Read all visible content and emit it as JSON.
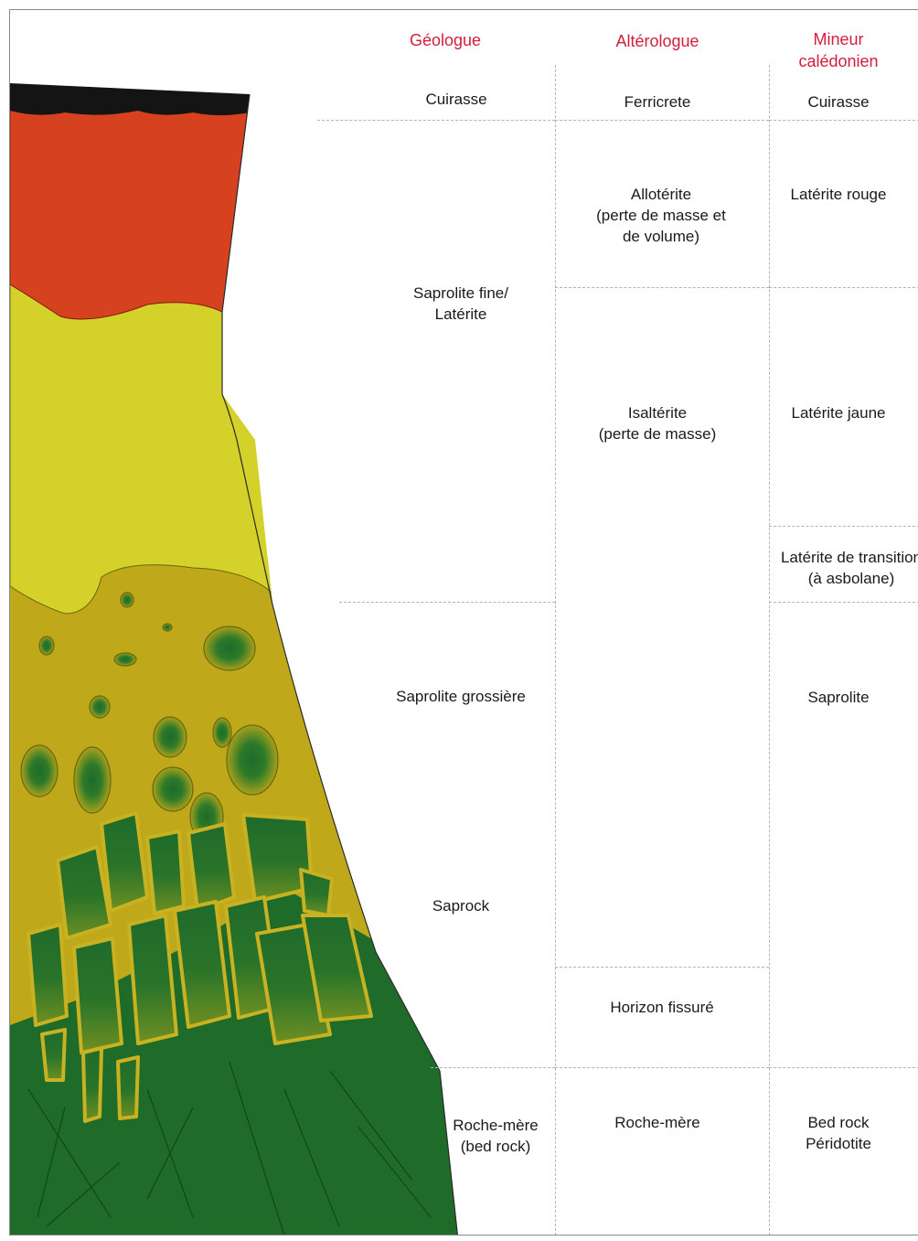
{
  "columns": {
    "geologue": {
      "header": "Géologue",
      "zones": [
        "Cuirasse",
        "Saprolite fine/\nLatérite",
        "Saprolite grossière",
        "Saprock",
        "Roche-mère\n(bed rock)"
      ]
    },
    "alterologue": {
      "header": "Altérologue",
      "zones": [
        "Ferricrete",
        "Allotérite\n(perte de masse et\nde volume)",
        "Isaltérite\n(perte de masse)",
        "Horizon fissuré",
        "Roche-mère"
      ]
    },
    "mineur": {
      "header": "Mineur\ncalédonien",
      "zones": [
        "Cuirasse",
        "Latérite rouge",
        "Latérite jaune",
        "Latérite de transition\n(à asbolane)",
        "Saprolite",
        "Bed rock\nPéridotite"
      ]
    }
  },
  "profile_layers": [
    {
      "name": "cuirasse",
      "color": "#141414"
    },
    {
      "name": "laterite-rouge",
      "color": "#d6411f"
    },
    {
      "name": "laterite-jaune",
      "color": "#d4d22a"
    },
    {
      "name": "saprolite",
      "color": "#bfa819"
    },
    {
      "name": "bed-rock",
      "color": "#1f6b2a"
    }
  ]
}
